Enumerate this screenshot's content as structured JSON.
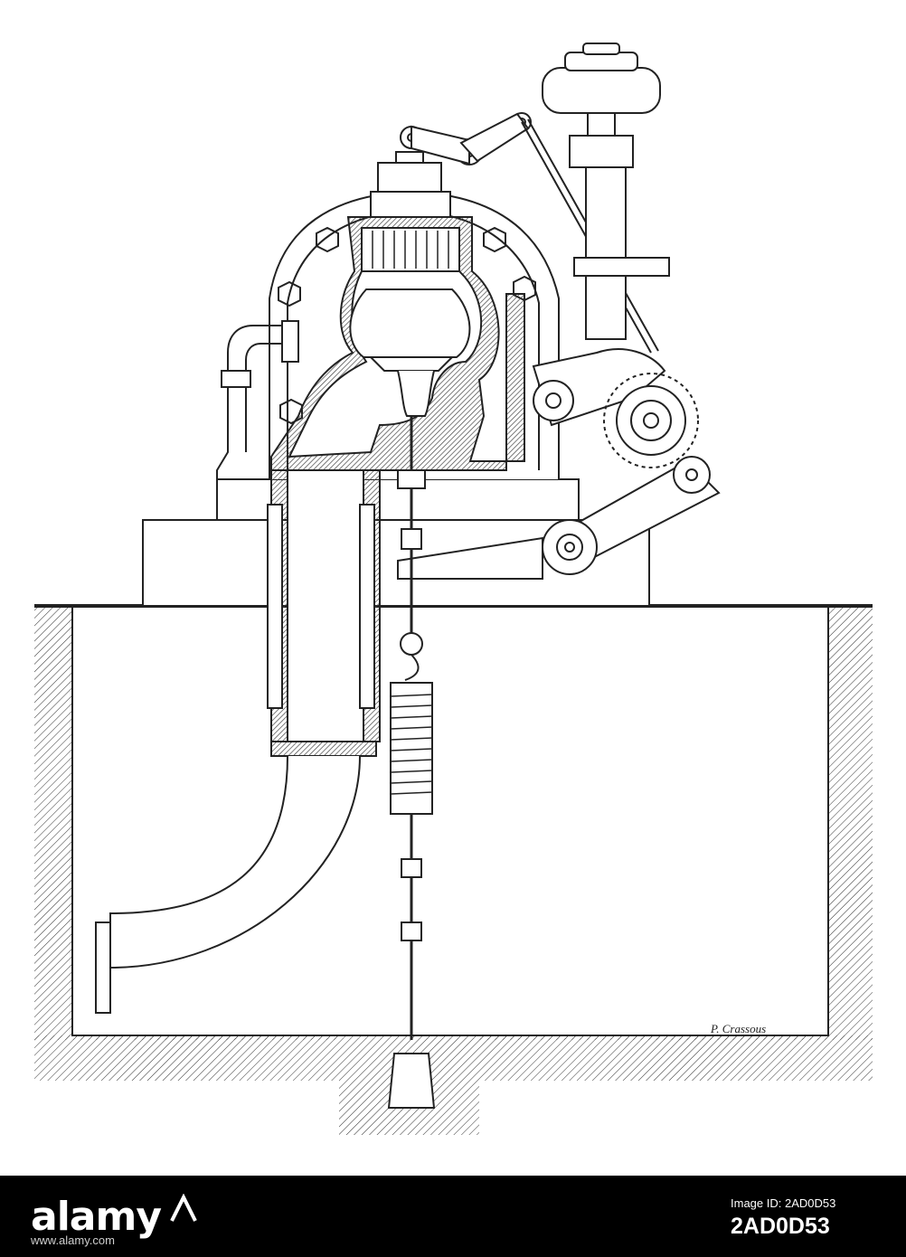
{
  "artwork": {
    "signature": "P. Crassous"
  },
  "watermark": {
    "brand": "alamy",
    "website": "www.alamy.com",
    "image_id_label": "Image ID: 2AD0D53",
    "image_id_large": "2AD0D53"
  },
  "colors": {
    "ink": "#222222",
    "paper": "#ffffff",
    "footer": "#000000"
  }
}
